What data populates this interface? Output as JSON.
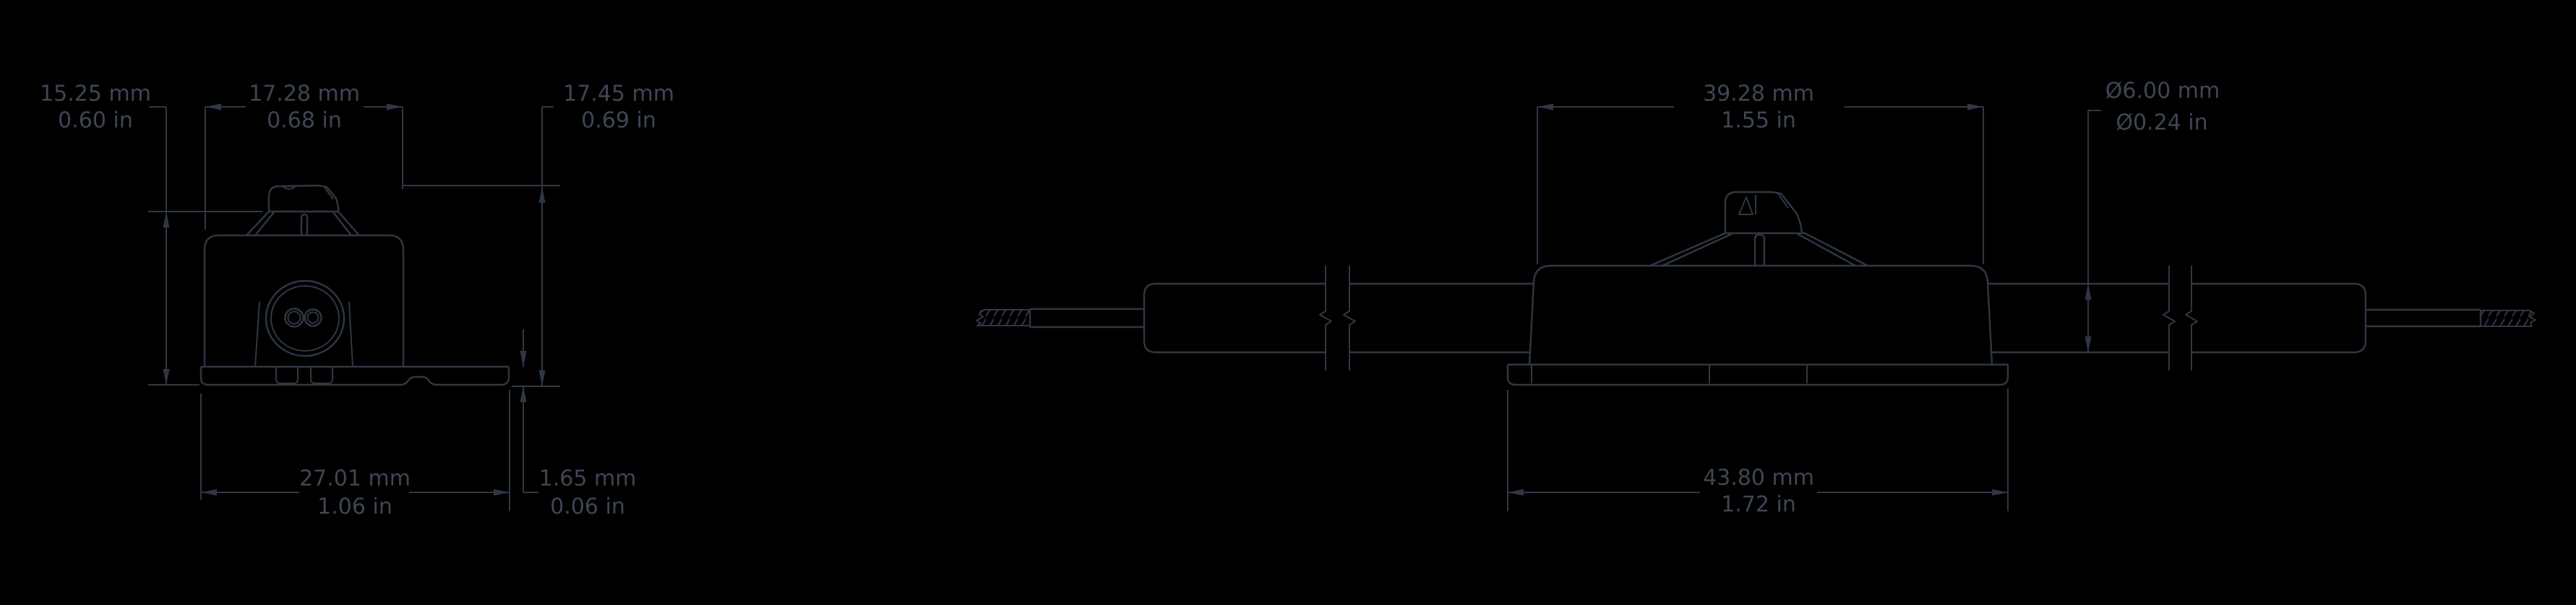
{
  "colors": {
    "background": "#000000",
    "line": "#2f3744",
    "text": "#3e4654"
  },
  "drawing": {
    "kind": "technical-dimension-drawing",
    "units": [
      "mm",
      "in"
    ]
  },
  "front_view": {
    "name": "front view",
    "dimensions": {
      "height_to_shoulder": {
        "mm": "15.25 mm",
        "in": "0.60 in"
      },
      "body_width": {
        "mm": "17.28 mm",
        "in": "0.68 in"
      },
      "overall_height": {
        "mm": "17.45 mm",
        "in": "0.69 in"
      },
      "base_width": {
        "mm": "27.01 mm",
        "in": "1.06 in"
      },
      "base_thickness": {
        "mm": "1.65 mm",
        "in": "0.06 in"
      }
    }
  },
  "side_view": {
    "name": "side view",
    "dimensions": {
      "body_length": {
        "mm": "39.28 mm",
        "in": "1.55 in"
      },
      "cable_diameter": {
        "mm": "Ø6.00 mm",
        "in": "Ø0.24 in"
      },
      "base_length": {
        "mm": "43.80 mm",
        "in": "1.72 in"
      }
    }
  }
}
